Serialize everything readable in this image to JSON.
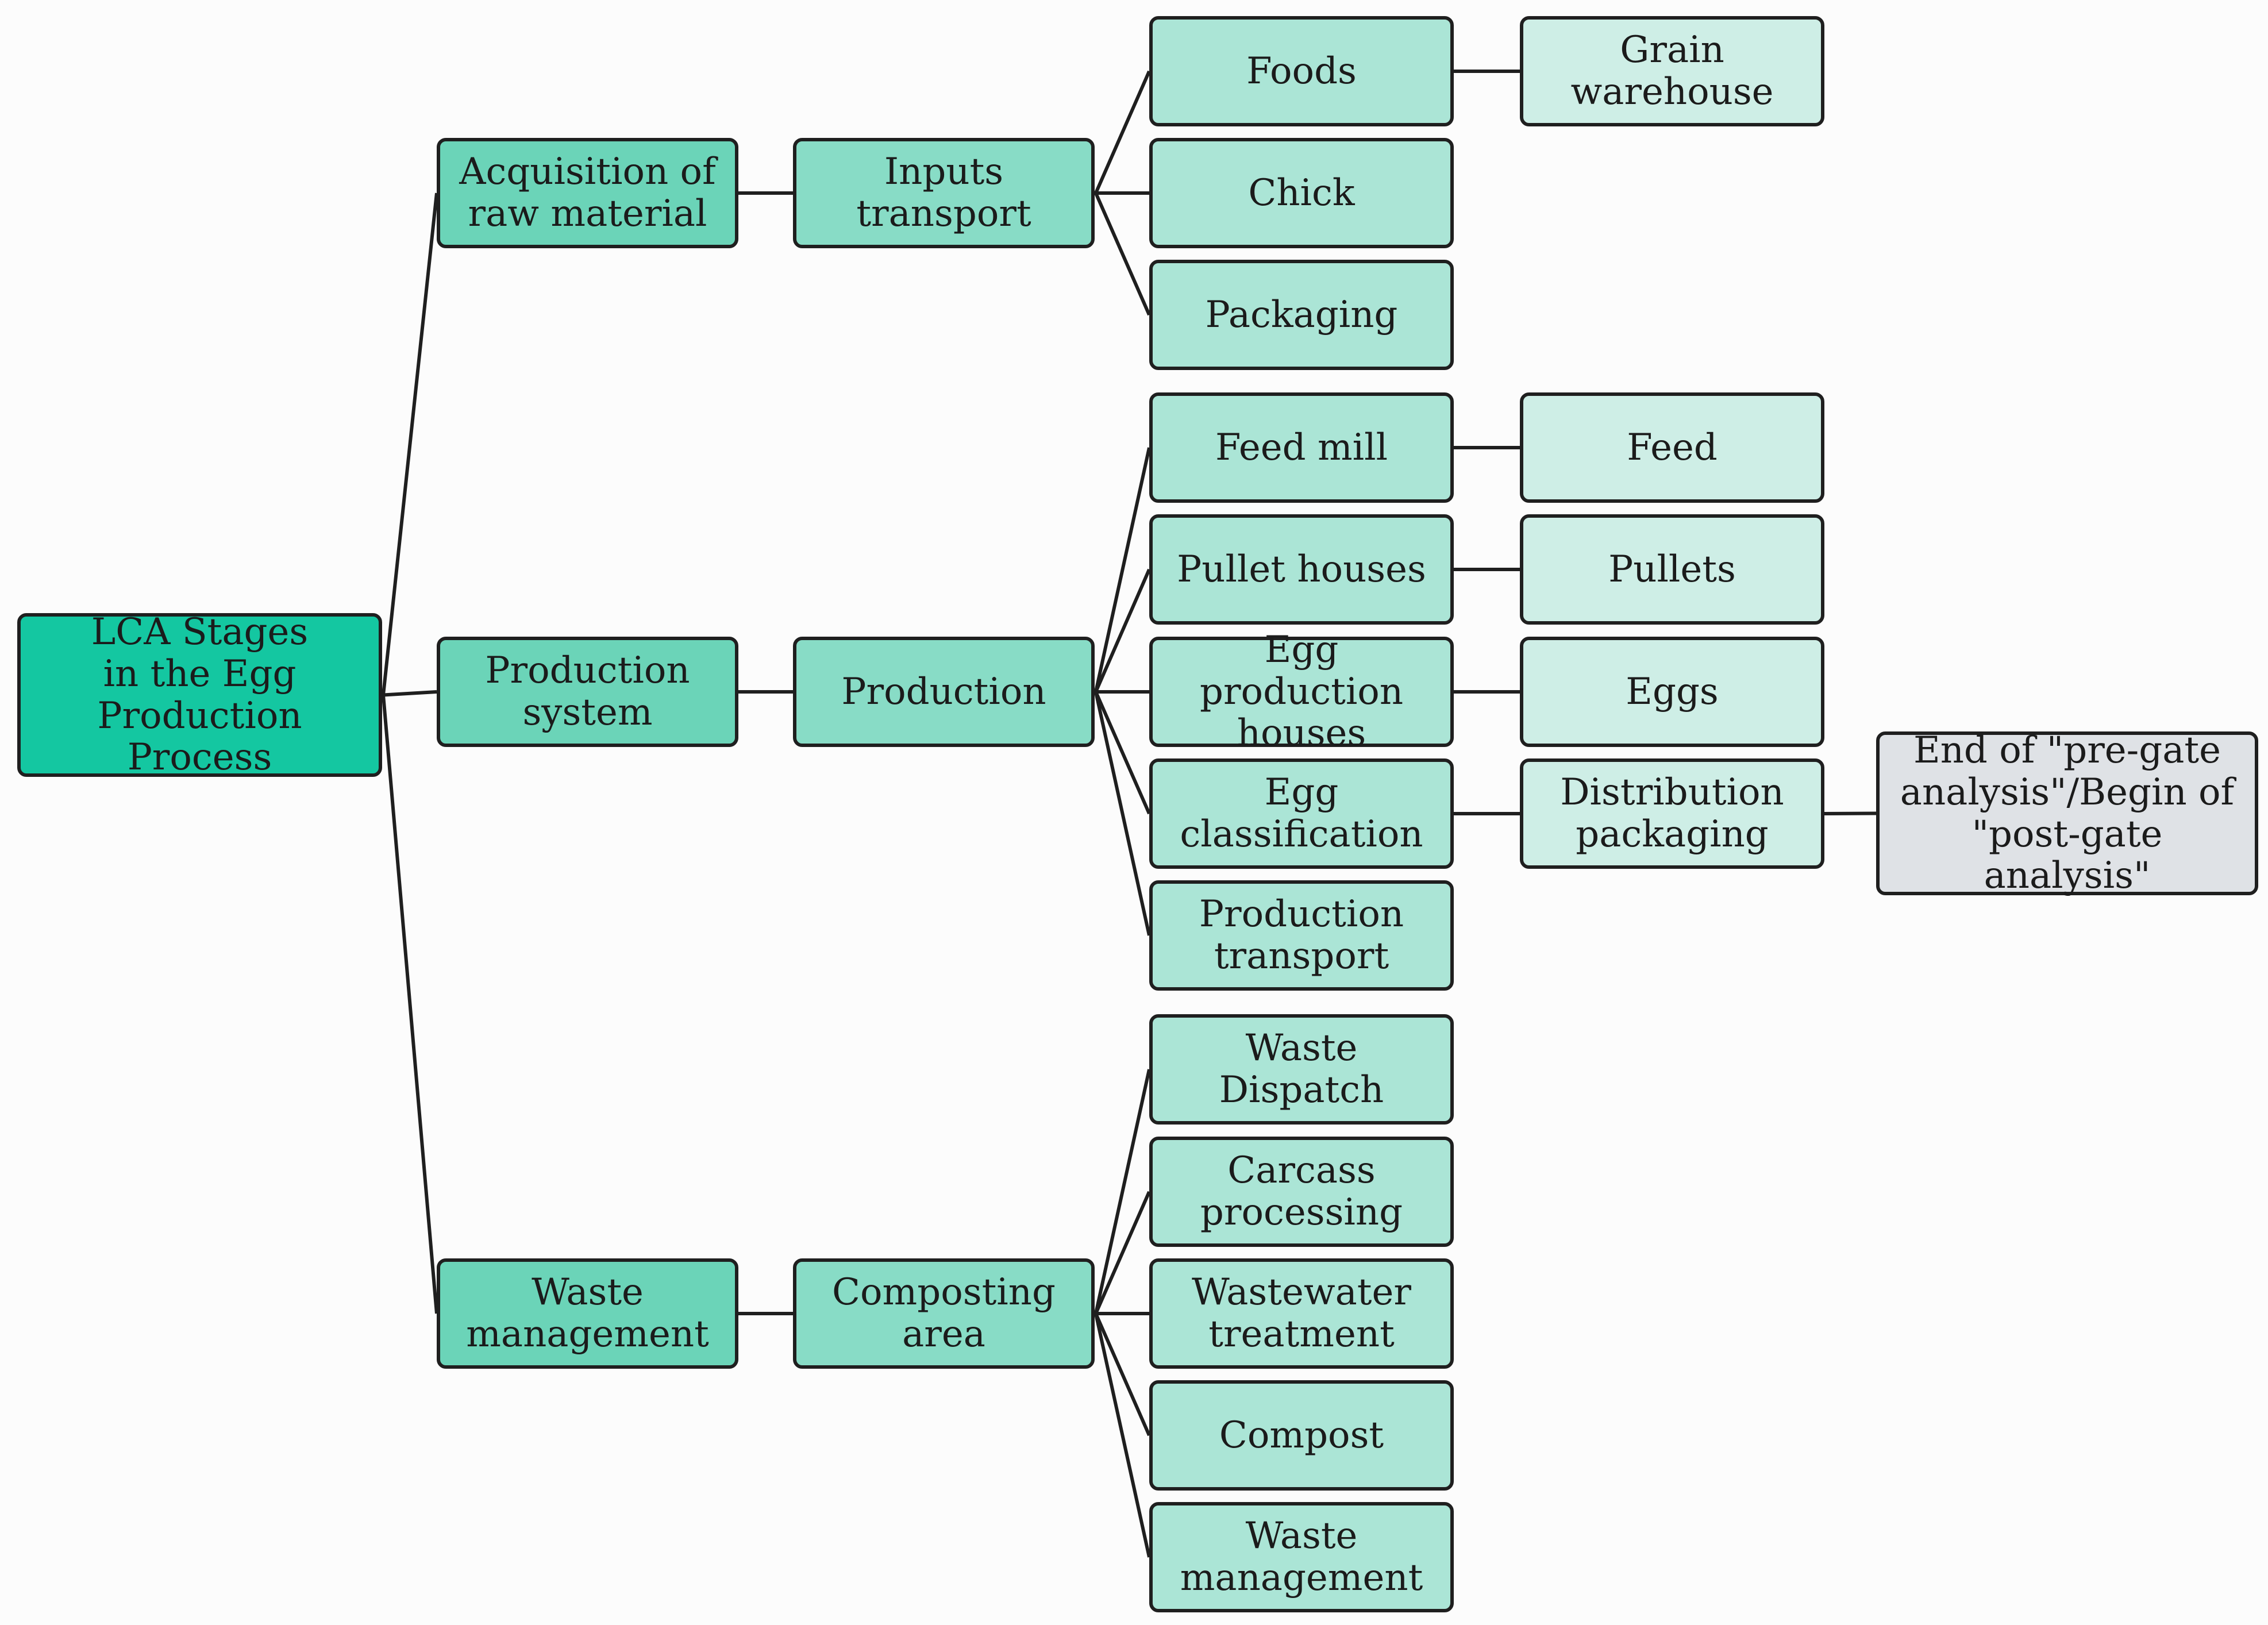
{
  "diagram": {
    "root": {
      "id": "root",
      "label": "LCA Stages\nin the Egg\nProduction Process",
      "color": "#14c7a1"
    },
    "branches": [
      {
        "id": "acq",
        "label": "Acquisition of\nraw material",
        "child": {
          "id": "inputs",
          "label": "Inputs\ntransport",
          "items": [
            {
              "id": "foods",
              "label": "Foods",
              "next": {
                "id": "grain",
                "label": "Grain\nwarehouse"
              }
            },
            {
              "id": "chick",
              "label": "Chick"
            },
            {
              "id": "packaging",
              "label": "Packaging"
            }
          ]
        }
      },
      {
        "id": "prodsys",
        "label": "Production\nsystem",
        "child": {
          "id": "production",
          "label": "Production",
          "items": [
            {
              "id": "feedmill",
              "label": "Feed mill",
              "next": {
                "id": "feed",
                "label": "Feed"
              }
            },
            {
              "id": "pullethouses",
              "label": "Pullet houses",
              "next": {
                "id": "pullets",
                "label": "Pullets"
              }
            },
            {
              "id": "egghouses",
              "label": "Egg production\nhouses",
              "next": {
                "id": "eggs",
                "label": "Eggs"
              }
            },
            {
              "id": "eggclass",
              "label": "Egg\nclassification",
              "next": {
                "id": "distpack",
                "label": "Distribution\npackaging",
                "next": {
                  "id": "endgate",
                  "label": "End of \"pre-gate\nanalysis\"/Begin of\n\"post-gate analysis\""
                }
              }
            },
            {
              "id": "prodtransport",
              "label": "Production\ntransport"
            }
          ]
        }
      },
      {
        "id": "wastemgmt",
        "label": "Waste\nmanagement",
        "child": {
          "id": "composting",
          "label": "Composting\narea",
          "items": [
            {
              "id": "wastedispatch",
              "label": "Waste\nDispatch"
            },
            {
              "id": "carcass",
              "label": "Carcass\nprocessing"
            },
            {
              "id": "wastewater",
              "label": "Wastewater\ntreatment"
            },
            {
              "id": "compost",
              "label": "Compost"
            },
            {
              "id": "wastemgmt2",
              "label": "Waste\nmanagement"
            }
          ]
        }
      }
    ],
    "colors": {
      "level0": "#14c7a1",
      "level1": "#6bd4b8",
      "level2": "#88dcc6",
      "level3": "#abe5d6",
      "level4": "#ceeee6",
      "endpoint": "#dfe2e6",
      "line": "#1f1f1f"
    }
  }
}
